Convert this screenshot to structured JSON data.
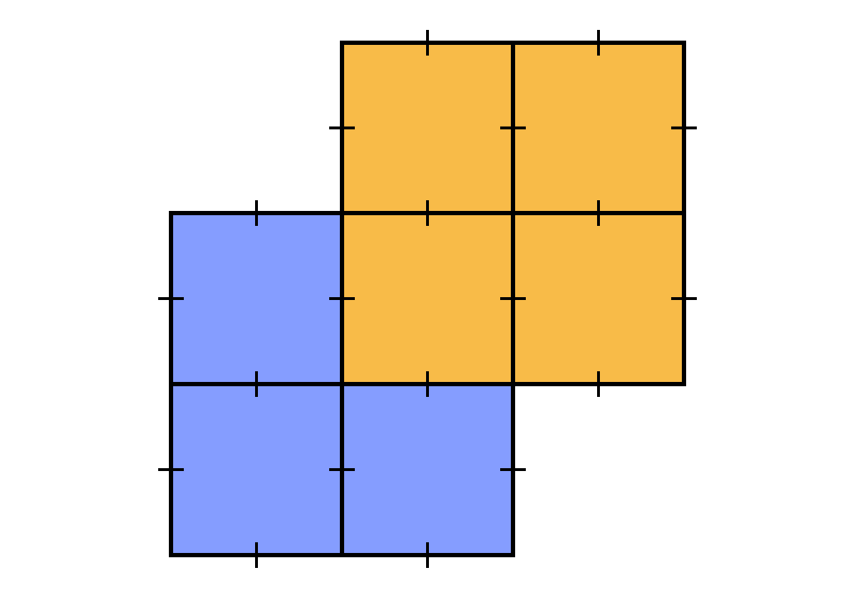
{
  "colors": {
    "orange": "#f8bb48",
    "blue": "#859dff",
    "outline": "#000000",
    "background": "#ffffff"
  },
  "tiles": [
    {
      "name": "tile-orange-r0-c2",
      "group": "orange",
      "row": 0,
      "col": 2
    },
    {
      "name": "tile-orange-r0-c3",
      "group": "orange",
      "row": 0,
      "col": 3
    },
    {
      "name": "tile-orange-r1-c2",
      "group": "orange",
      "row": 1,
      "col": 2
    },
    {
      "name": "tile-orange-r1-c3",
      "group": "orange",
      "row": 1,
      "col": 3
    },
    {
      "name": "tile-blue-r1-c1",
      "group": "blue",
      "row": 1,
      "col": 1
    },
    {
      "name": "tile-blue-r2-c1",
      "group": "blue",
      "row": 2,
      "col": 1
    },
    {
      "name": "tile-blue-r2-c2",
      "group": "blue",
      "row": 2,
      "col": 2
    }
  ]
}
